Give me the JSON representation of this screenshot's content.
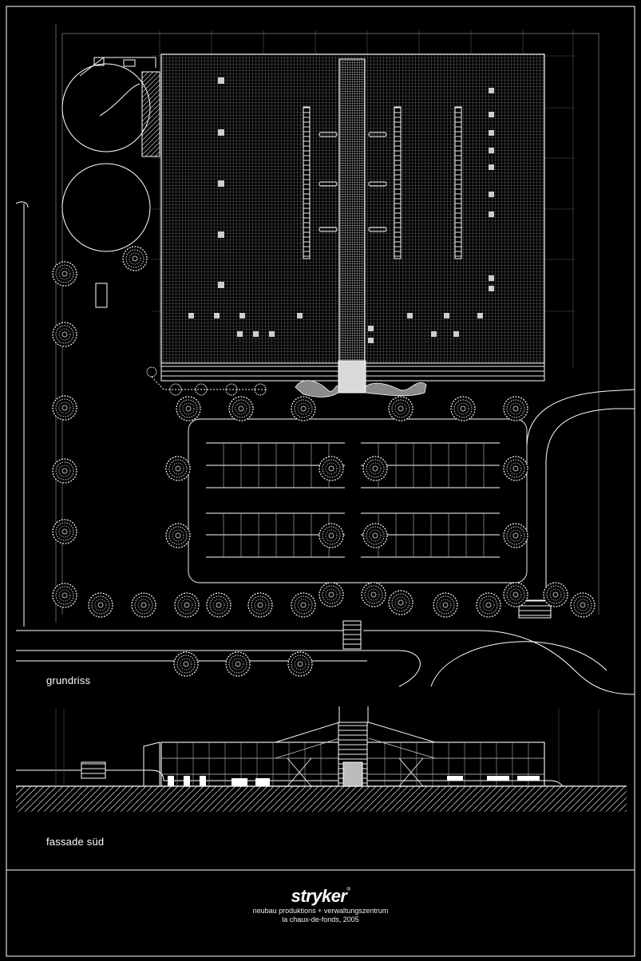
{
  "labels": {
    "plan": "grundriss",
    "elevation": "fassade süd"
  },
  "title_block": {
    "logo": "stryker",
    "logo_mark": "®",
    "line1": "neubau produktions + verwaltungszentrum",
    "line2": "la chaux-de-fonds, 2005"
  },
  "colors": {
    "background": "#000000",
    "line": "#ffffff",
    "hatch": "#bdbdbd"
  }
}
